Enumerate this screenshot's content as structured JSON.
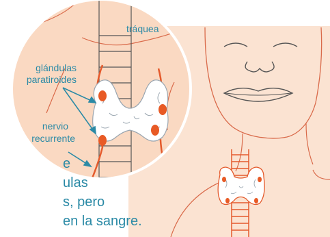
{
  "labels": {
    "trachea": "tráquea",
    "parathyroid_line1": "glándulas",
    "parathyroid_line2": "paratiroides",
    "nerve_line1": "nervio",
    "nerve_line2": "recurrente"
  },
  "caption_fragments": [
    "e",
    "ulas",
    "s, pero",
    "en la sangre."
  ],
  "colors": {
    "skin": "#fbe3d2",
    "circle": "#fad9c2",
    "outline": "#d96a4a",
    "nerve": "#e45a2c",
    "gland_spot": "#e85a25",
    "label_text": "#2b8aa6",
    "pointer_arrow": "#2b8aa6"
  }
}
